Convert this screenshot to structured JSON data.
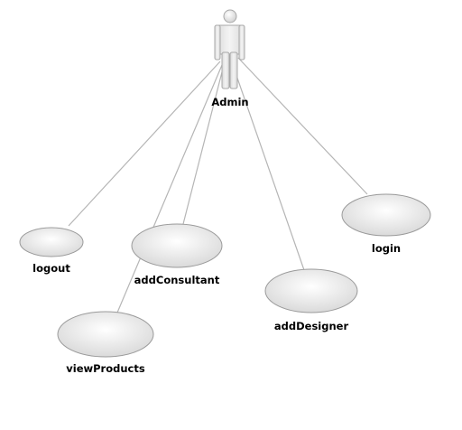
{
  "actor": {
    "name": "Admin"
  },
  "use_cases": [
    {
      "id": "logout",
      "label": "logout"
    },
    {
      "id": "addConsultant",
      "label": "addConsultant"
    },
    {
      "id": "viewProducts",
      "label": "viewProducts"
    },
    {
      "id": "addDesigner",
      "label": "addDesigner"
    },
    {
      "id": "login",
      "label": "login"
    }
  ],
  "associations": [
    {
      "from": "Admin",
      "to": "logout"
    },
    {
      "from": "Admin",
      "to": "viewProducts"
    },
    {
      "from": "Admin",
      "to": "addConsultant"
    },
    {
      "from": "Admin",
      "to": "addDesigner"
    },
    {
      "from": "Admin",
      "to": "login"
    }
  ],
  "colors": {
    "line": "#b5b5b5",
    "ellipse_fill": "#e9e9e9",
    "ellipse_stroke": "#9a9a9a",
    "text": "#000000"
  }
}
